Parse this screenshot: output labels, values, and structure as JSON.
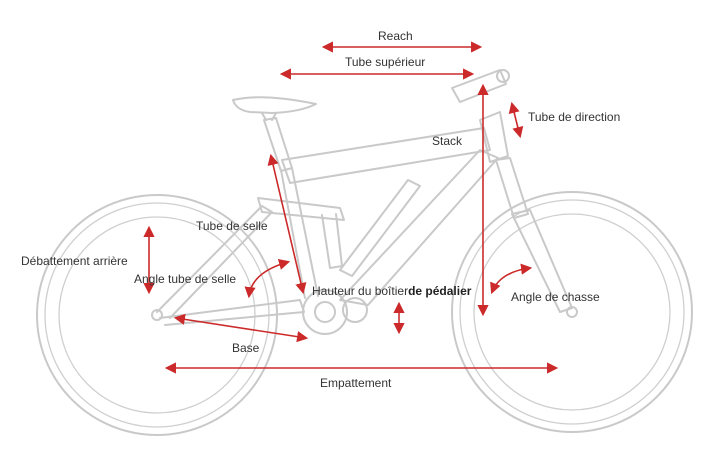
{
  "colors": {
    "frame": "#c9c9c9",
    "measure": "#cc2a2a",
    "text": "#333333"
  },
  "labels": {
    "reach": "Reach",
    "top_tube": "Tube supérieur",
    "head_tube": "Tube de direction",
    "stack": "Stack",
    "seat_tube": "Tube de selle",
    "rear_travel": "Débattement arrière",
    "seat_angle": "Angle tube de selle",
    "bb_height_1": "Hauteur du boîtier",
    "bb_height_2": "de pédalier",
    "head_angle": "Angle de chasse",
    "chainstay": "Base",
    "wheelbase": "Empattement"
  }
}
